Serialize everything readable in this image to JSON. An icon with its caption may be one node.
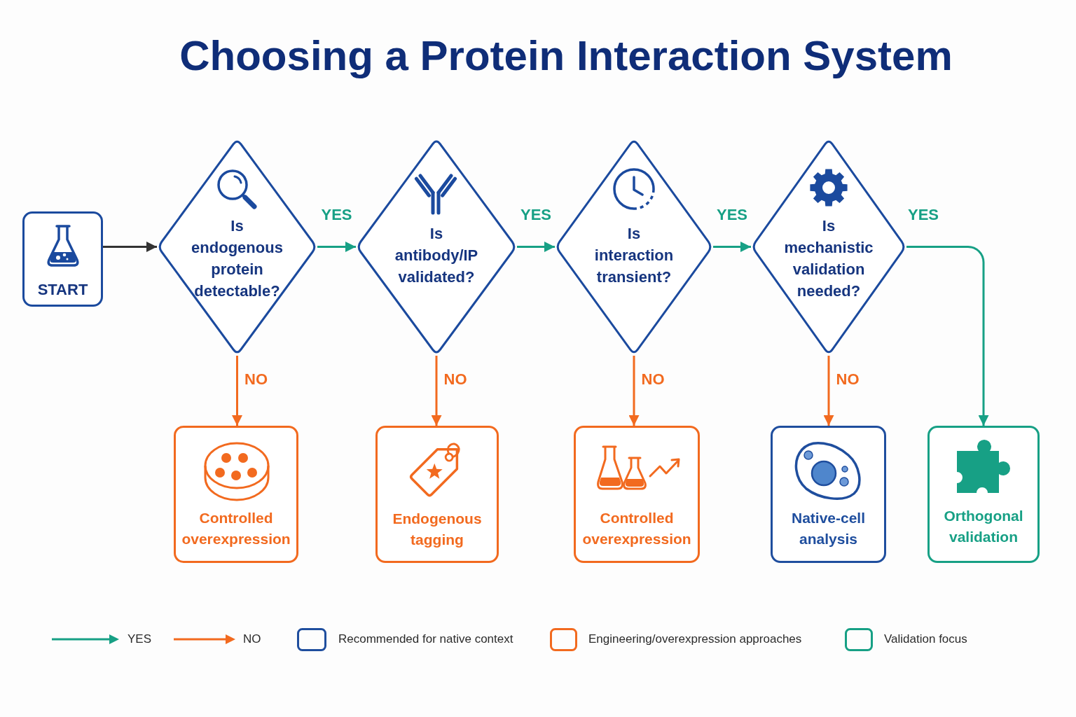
{
  "diagram": {
    "title": "Choosing a Protein Interaction System",
    "nodes": [
      {
        "text": [
          "START"
        ]
      },
      {
        "text": [
          "Is endogenous protein detectable?"
        ]
      },
      {
        "text": [
          "Is antibody/IP validated?"
        ]
      },
      {
        "text": [
          "Is interaction transient?"
        ]
      },
      {
        "text": [
          "Is mechanistic validation needed?"
        ]
      },
      {
        "text": [
          "Controlled overexpression"
        ]
      },
      {
        "text": [
          "Endogenous tagging"
        ]
      },
      {
        "text": [
          "Controlled overexpression"
        ]
      },
      {
        "text": [
          "Native-cell analysis"
        ]
      },
      {
        "text": [
          "Orthogonal validation"
        ]
      }
    ],
    "edges": [
      {
        "from": 0,
        "to": 1,
        "arrow": "to",
        "color": "#333333"
      },
      {
        "from": 1,
        "to": 2,
        "arrow": "to",
        "label": "YES",
        "color": "#17a085"
      },
      {
        "from": 1,
        "to": 5,
        "arrow": "to",
        "label": "NO",
        "color": "#f26a1f"
      },
      {
        "from": 2,
        "to": 3,
        "arrow": "to",
        "label": "YES",
        "color": "#17a085"
      },
      {
        "from": 2,
        "to": 6,
        "arrow": "to",
        "label": "NO",
        "color": "#f26a1f"
      },
      {
        "from": 3,
        "to": 4,
        "arrow": "to",
        "label": "YES",
        "color": "#17a085"
      },
      {
        "from": 3,
        "to": 7,
        "arrow": "to",
        "label": "NO",
        "color": "#f26a1f"
      },
      {
        "from": 4,
        "to": 9,
        "arrow": "to",
        "label": "YES",
        "color": "#17a085"
      },
      {
        "from": 4,
        "to": 8,
        "arrow": "to",
        "label": "NO",
        "color": "#f26a1f"
      }
    ],
    "legend": [
      {
        "text": "YES"
      },
      {
        "text": "NO"
      },
      {
        "text": "Recommended for native context",
        "color": "#1f4e9e"
      },
      {
        "text": "Engineering/overexpression approaches",
        "color": "#f26a1f"
      },
      {
        "text": "Validation focus",
        "color": "#17a085"
      }
    ]
  }
}
